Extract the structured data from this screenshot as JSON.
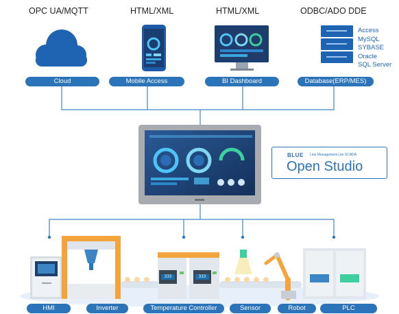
{
  "protocols": {
    "cloud": "OPC UA/MQTT",
    "mobile": "HTML/XML",
    "bi": "HTML/XML",
    "database": "ODBC/ADO DDE"
  },
  "top_labels": {
    "cloud": "Cloud",
    "mobile": "Mobile Access",
    "bi": "BI Dashboard",
    "database": "Database(ERP/MES)"
  },
  "databases": [
    "Access",
    "MySQL",
    "SYBASE",
    "Oracle",
    "SQL Server"
  ],
  "logo": {
    "brand": "BLUE",
    "tagline": "Line Management Lite SCADA",
    "product": "Open Studio"
  },
  "bottom_labels": {
    "hmi": "HMI",
    "inverter": "Inverter",
    "temperature": "Temperature Controller",
    "sensor": "Sensor",
    "robot": "Robot",
    "plc": "PLC"
  },
  "controller_displays": [
    "333",
    "333"
  ],
  "colors": {
    "accent_blue": "#2b74b9",
    "line_blue": "#3d86c6",
    "machine_orange": "#f3a43c",
    "monitor_frame": "#9a9ea3"
  }
}
